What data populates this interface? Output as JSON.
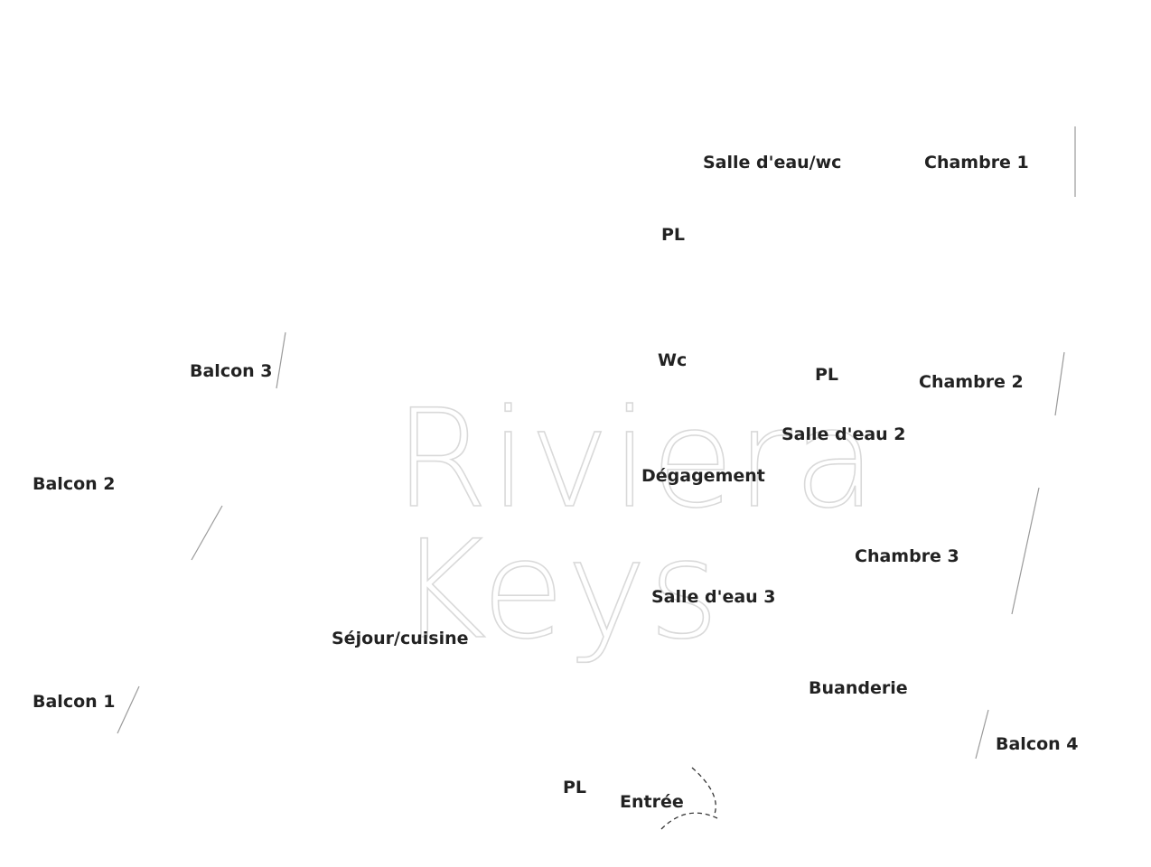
{
  "watermark": {
    "line1": "Riviera",
    "line2": "Keys"
  },
  "rooms": {
    "salle_eau_wc": "Salle d'eau/wc",
    "chambre_1": "Chambre 1",
    "pl_top": "PL",
    "wc": "Wc",
    "balcon_3": "Balcon 3",
    "pl_mid": "PL",
    "chambre_2": "Chambre 2",
    "salle_eau_2": "Salle d'eau 2",
    "balcon_2": "Balcon 2",
    "degagement": "Dégagement",
    "chambre_3": "Chambre 3",
    "salle_eau_3": "Salle d'eau 3",
    "sejour_cuisine": "Séjour/cuisine",
    "balcon_1": "Balcon 1",
    "buanderie": "Buanderie",
    "balcon_4": "Balcon 4",
    "pl_bottom": "PL",
    "entree": "Entrée"
  },
  "colors": {
    "wall": "#4a4a4a",
    "label": "#222222",
    "watermark": "#d9d9d9"
  }
}
